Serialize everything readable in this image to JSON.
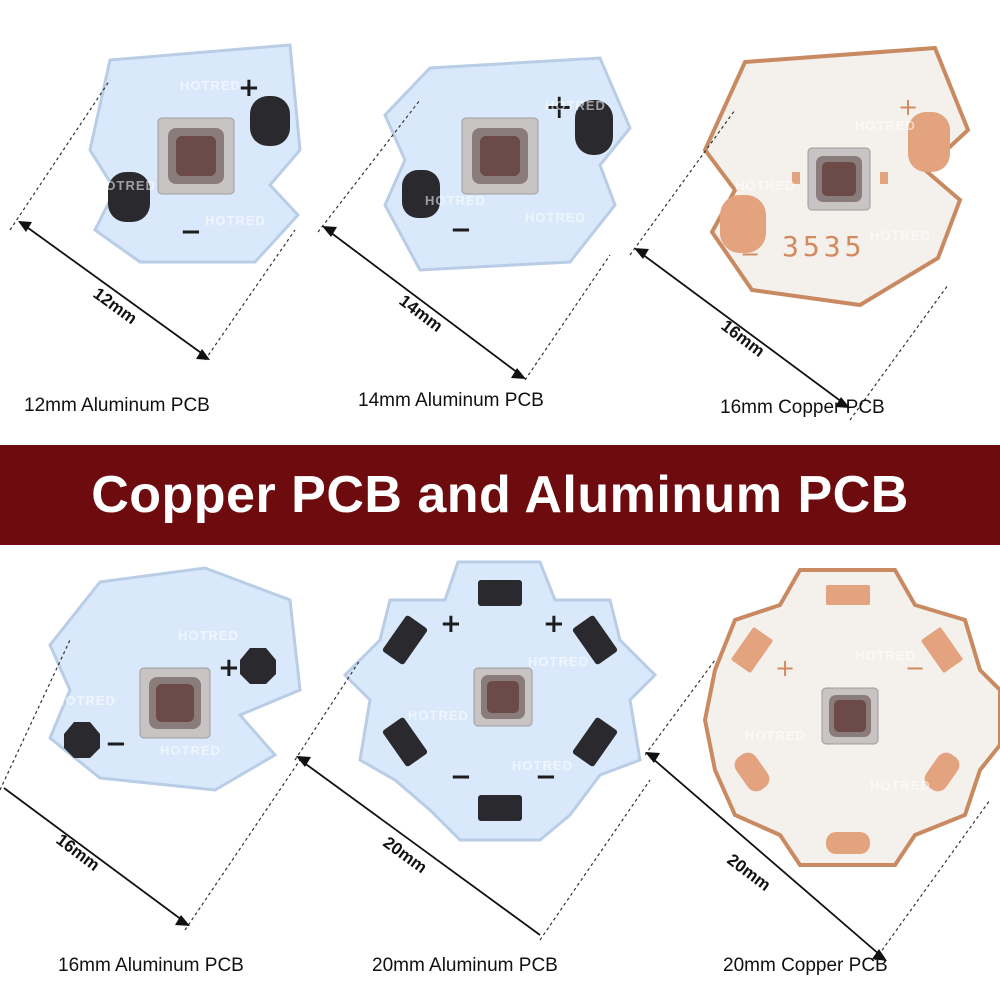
{
  "banner": {
    "title": "Copper PCB and Aluminum PCB"
  },
  "watermark": "HOTRED",
  "pcbs": [
    {
      "size_label": "12mm",
      "caption": "12mm Aluminum PCB",
      "material": "aluminum",
      "plus": "+",
      "minus": "−"
    },
    {
      "size_label": "14mm",
      "caption": "14mm Aluminum PCB",
      "material": "aluminum",
      "plus": "+",
      "minus": "−"
    },
    {
      "size_label": "16mm",
      "caption": "16mm Copper PCB",
      "material": "copper",
      "plus": "+",
      "minus": "−",
      "chip_text": "3535"
    },
    {
      "size_label": "16mm",
      "caption": "16mm Aluminum PCB",
      "material": "aluminum",
      "plus": "+",
      "minus": "−"
    },
    {
      "size_label": "20mm",
      "caption": "20mm Aluminum PCB",
      "material": "aluminum",
      "plus": "+",
      "minus": "−"
    },
    {
      "size_label": "20mm",
      "caption": "20mm Copper PCB",
      "material": "copper",
      "plus": "+",
      "minus": "−"
    }
  ],
  "colors": {
    "aluminum": "#d9e9fb",
    "aluminum_edge": "#b9cde6",
    "copper_board": "#f4f1ec",
    "copper_edge": "#c98a62",
    "copper_pad": "#e3a37e",
    "black_pad": "#2a2a2e",
    "banner": "#6e0b0f",
    "led_frame": "#c9c4c4",
    "led_lens": "#6b4a48"
  }
}
